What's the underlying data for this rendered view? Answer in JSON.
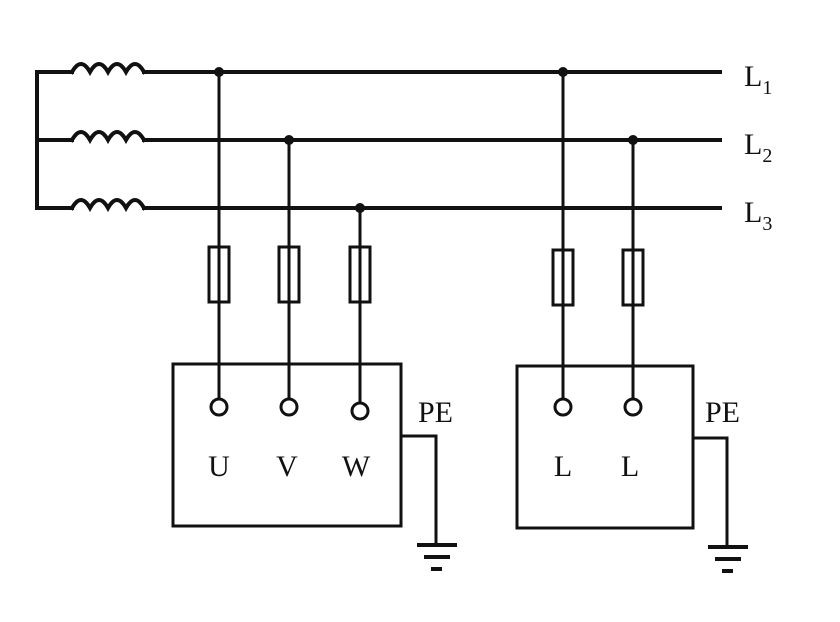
{
  "lines": [
    {
      "main": "L",
      "sub": "1"
    },
    {
      "main": "L",
      "sub": "2"
    },
    {
      "main": "L",
      "sub": "3"
    }
  ],
  "load_three_phase": {
    "terminals": [
      "U",
      "V",
      "W"
    ],
    "pe_label": "PE"
  },
  "load_single_phase": {
    "terminals": [
      "L",
      "L"
    ],
    "pe_label": "PE"
  }
}
